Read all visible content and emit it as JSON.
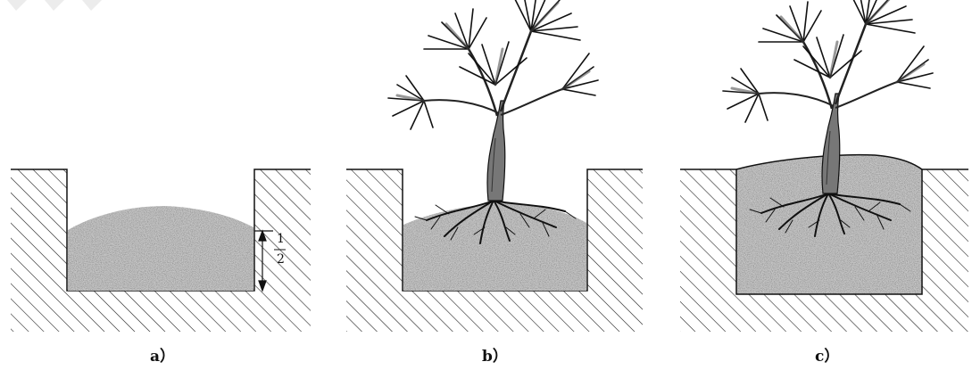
{
  "panels": [
    {
      "caption": "a）"
    },
    {
      "caption": "b）"
    },
    {
      "caption": "c）"
    }
  ],
  "dimension": {
    "numerator": "1",
    "denominator": "2"
  },
  "colors": {
    "ink": "#111111",
    "soil": "#c9c9c9",
    "soilDark": "#555555",
    "bg": "#ffffff",
    "watermark": "#e6e6e6"
  },
  "icons": [
    "pit-cross-section",
    "soil-mound",
    "palm-plant",
    "root-system",
    "height-arrow",
    "watermark-logo"
  ]
}
